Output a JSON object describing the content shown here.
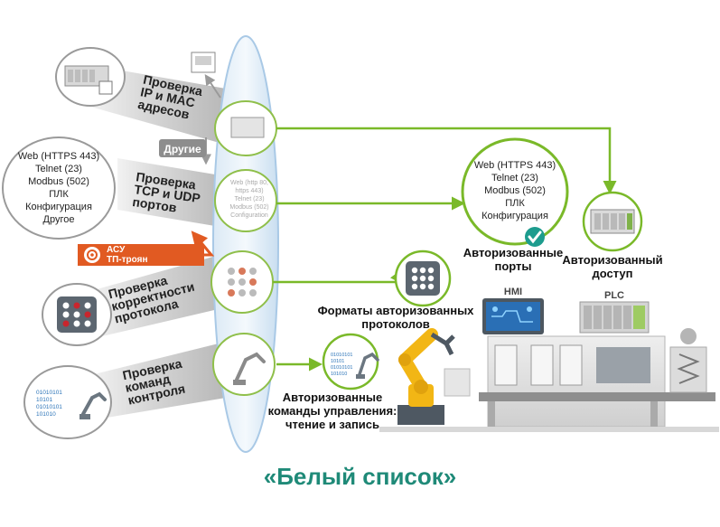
{
  "checks": [
    {
      "label_lines": [
        "Проверка",
        "IP и MAC",
        "адресов"
      ]
    },
    {
      "label_lines": [
        "Проверка",
        "TCP и UDP",
        "портов"
      ]
    },
    {
      "label_lines": [
        "Проверка",
        "корректности",
        "протокола"
      ]
    },
    {
      "label_lines": [
        "Проверка",
        "команд",
        "контроля"
      ]
    }
  ],
  "ports_list": [
    "Web (HTTPS 443)",
    "Telnet (23)",
    "Modbus (502)",
    "ПЛК",
    "Конфигурация",
    "Другое"
  ],
  "lens_ports_list": [
    "Web (http 80,",
    "https 443)",
    "Telnet (23)",
    "Modbus (502)",
    "Configuration"
  ],
  "binary_lines": [
    "01010101",
    "10101",
    "01010101",
    "101010"
  ],
  "other_tag": "Другие",
  "trojan_lines": [
    "АСУ",
    "ТП-троян"
  ],
  "authorized_ports": {
    "list": [
      "Web (HTTPS 443)",
      "Telnet (23)",
      "Modbus (502)",
      "ПЛК",
      "Конфигурация"
    ],
    "label_lines": [
      "Авторизованные",
      "порты"
    ]
  },
  "authorized_access_lines": [
    "Авторизованный",
    "доступ"
  ],
  "protocol_formats_lines": [
    "Форматы авторизованных",
    "протоколов"
  ],
  "control_commands_lines": [
    "Авторизованные",
    "команды управления:",
    "чтение и запись"
  ],
  "hmi_label": "HMI",
  "plc_label": "PLC",
  "caption": "«Белый список»",
  "colors": {
    "green": "#7ab929",
    "orange": "#e15a22",
    "teal_caption": "#1f8a78",
    "gray_tag": "#8d8d8d",
    "robot_yellow": "#f2b615"
  }
}
